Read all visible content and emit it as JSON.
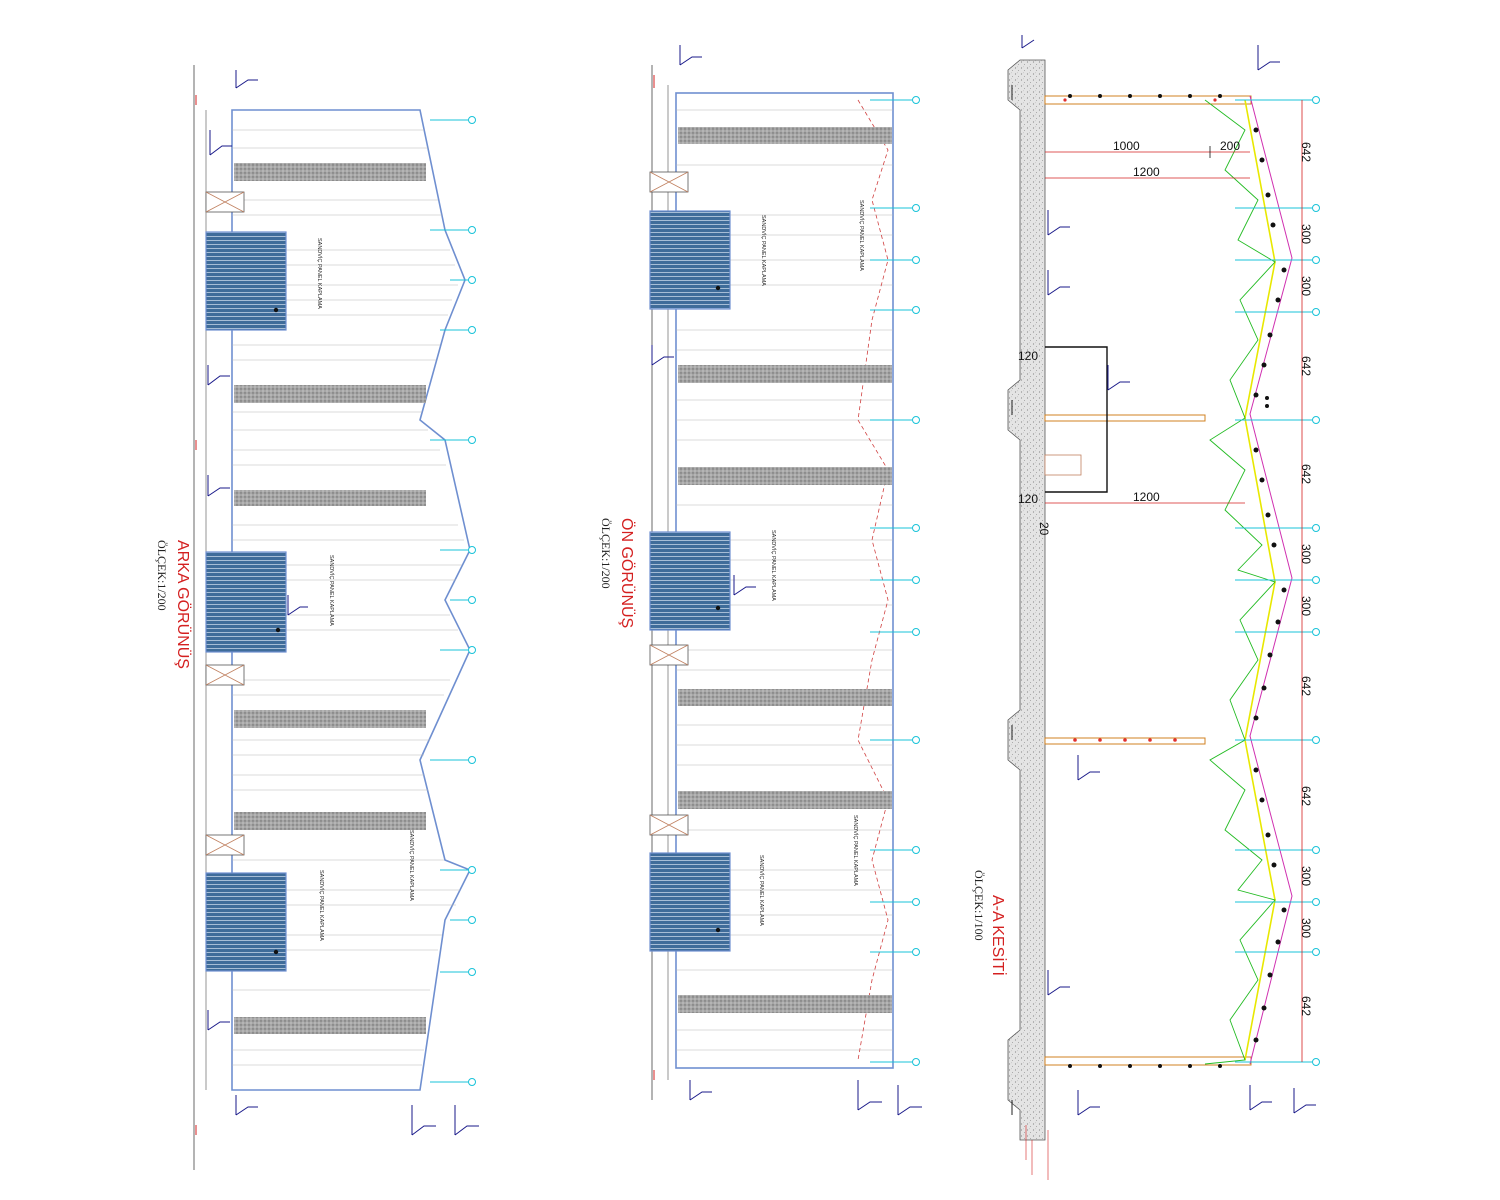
{
  "views": {
    "rear": {
      "title": "ARKA GÖRÜNÜŞ",
      "scale": "ÖLÇEK:1/200"
    },
    "front": {
      "title": "ÖN GÖRÜNÜŞ",
      "scale": "ÖLÇEK:1/200"
    },
    "section": {
      "title": "A-A KESİTİ",
      "scale": "ÖLÇEK:1/100"
    }
  },
  "dimensions": {
    "span_1000": "1000",
    "span_200": "200",
    "span_1200_top": "1200",
    "span_1200_mid": "1200",
    "wall_120_a": "120",
    "wall_120_b": "120",
    "wall_20": "20",
    "vertical_chain": [
      "642",
      "300",
      "300",
      "642",
      "642",
      "300",
      "300",
      "642",
      "642",
      "300",
      "300",
      "642"
    ]
  },
  "notes": {
    "sandwich_panel": "SANDVİÇ PANEL KAPLAMA",
    "sandwich_panel_b": "SANDVİÇ PANEL KAPLAMA",
    "sandwich_panel_c": "SANDVİÇ PANEL KAPLAMA",
    "sandwich_panel_d": "SANDVİÇ PANEL KAPLAMA",
    "sandwich_panel_e": "SANDVİÇ PANEL KAPLAMA",
    "sandwich_panel_f": "SANDVİÇ PANEL KAPLAMA",
    "sandwich_panel_g": "SANDVİÇ PANEL KAPLAMA",
    "sandwich_panel_h": "SANDVİÇ PANEL KAPLAMA",
    "sandwich_panel_i": "SANDVİÇ PANEL KAPLAMA"
  },
  "colors": {
    "title": "#d42020",
    "outline": "#6f8fd0",
    "axis": "#19c3d9",
    "door": "#3f6c9a",
    "band": "#9a9a9a",
    "truss_green": "#22bb22",
    "truss_yellow": "#e8e800",
    "truss_magenta": "#d030b0",
    "purlin": "#d08020",
    "concrete": "#cfcfcf"
  }
}
